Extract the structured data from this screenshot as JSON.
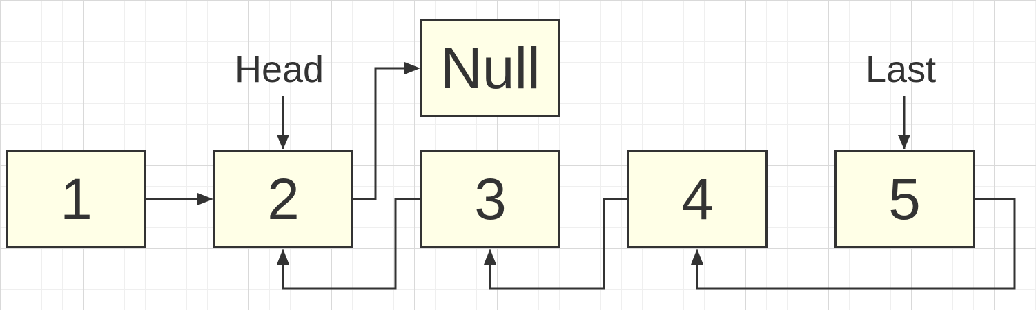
{
  "diagram": {
    "nodes": [
      {
        "id": "n1",
        "text": "1"
      },
      {
        "id": "n2",
        "text": "2"
      },
      {
        "id": "null",
        "text": "Null"
      },
      {
        "id": "n3",
        "text": "3"
      },
      {
        "id": "n4",
        "text": "4"
      },
      {
        "id": "n5",
        "text": "5"
      }
    ],
    "labels": {
      "head": "Head",
      "last": "Last"
    },
    "edges": [
      {
        "from": "n1",
        "to": "n2"
      },
      {
        "from": "n2",
        "to": "null"
      },
      {
        "from": "n3",
        "to": "n2"
      },
      {
        "from": "n4",
        "to": "n3"
      },
      {
        "from": "n5",
        "to": "n4"
      },
      {
        "from": "head",
        "to": "n2"
      },
      {
        "from": "last",
        "to": "n5"
      }
    ],
    "colors": {
      "node_fill": "#ffffe7",
      "stroke": "#333333",
      "grid_major": "#d9d9d9",
      "grid_minor": "#efefef"
    }
  }
}
